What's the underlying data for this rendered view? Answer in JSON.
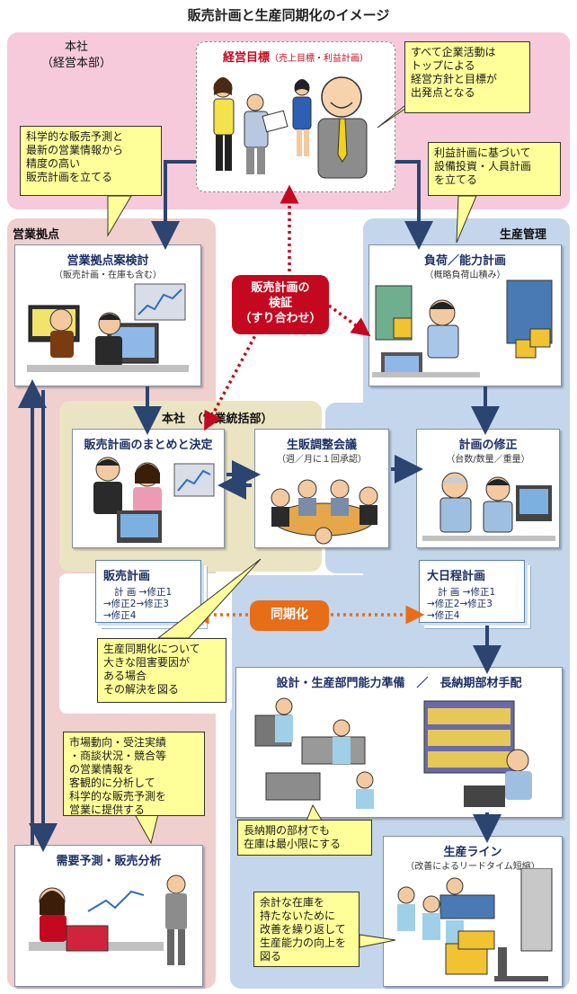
{
  "title": "販売計画と生産同期化のイメージ",
  "zones": {
    "hq_main": {
      "name": "本社",
      "sub": "（経営本部）"
    },
    "sales": {
      "name": "営業拠点"
    },
    "production": {
      "name": "生産管理"
    },
    "hq_sales": {
      "name": "本社　（営業統括部）"
    }
  },
  "cards": {
    "management_goal": {
      "title": "経営目標",
      "sub": "（売上目標・利益計画）"
    },
    "sales_base_review": {
      "title": "営業拠点案検討",
      "sub": "（販売計画・在庫も含む）"
    },
    "load_capacity": {
      "title": "負荷／能力計画",
      "sub": "（概略負荷山積み）"
    },
    "sales_summary": {
      "title": "販売計画のまとめと決定"
    },
    "coordination_meeting": {
      "title": "生販調整会議",
      "sub": "（週／月に１回承認）"
    },
    "plan_revision": {
      "title": "計画の修正",
      "sub": "（台数/数量／重量）"
    },
    "design_prep": {
      "title": "設計・生産部門能力準備　／　長納期部材手配"
    },
    "production_line": {
      "title": "生産ライン",
      "sub": "（改善によるリードタイム短縮）"
    },
    "demand_forecast": {
      "title": "需要予測・販売分析"
    }
  },
  "notes": {
    "top_policy": [
      "すべて企業活動は",
      "トップによる",
      "経営方針と目標が",
      "出発点となる"
    ],
    "scientific_forecast": [
      "科学的な販売予測と",
      "最新の営業情報から",
      "精度の高い",
      "販売計画を立てる"
    ],
    "profit_plan": [
      "利益計画に基づいて",
      "設備投資・人員計画",
      "を立てる"
    ],
    "sync_obstacle": [
      "生産同期化について",
      "大きな阻害要因が",
      "ある場合",
      "その解決を図る"
    ],
    "market_analysis": [
      "市場動向・受注実績",
      "・商談状況・競合等",
      "の営業情報を",
      "客観的に分析して",
      "科学的な販売予測を",
      "営業に提供する"
    ],
    "long_lead": [
      "長納期の部材でも",
      "在庫は最小限にする"
    ],
    "improvement": [
      "余計な在庫を",
      "持たないために",
      "改善を繰り返して",
      "生産能力の向上を",
      "図る"
    ]
  },
  "docs": {
    "sales_plan": {
      "title": "販売計画",
      "lines": [
        "計 画 →修正1",
        "→修正2→修正3",
        "→修正4"
      ]
    },
    "master_schedule": {
      "title": "大日程計画",
      "lines": [
        "計 画 →修正1",
        "→修正2→修正3",
        "→修正4"
      ]
    }
  },
  "badges": {
    "verification": [
      "販売計画の",
      "検証",
      "（すり合わせ）"
    ],
    "sync": "同期化"
  },
  "colors": {
    "hq_zone": "#f6cadb",
    "sales_zone": "#f0cfcf",
    "production_zone": "#c4d6eb",
    "hq_sales_zone": "#ebe4c2",
    "arrow_navy": "#2b4470",
    "verification_red": "#c4081f",
    "sync_orange": "#e86d17",
    "note_yellow": "#ffff99"
  }
}
